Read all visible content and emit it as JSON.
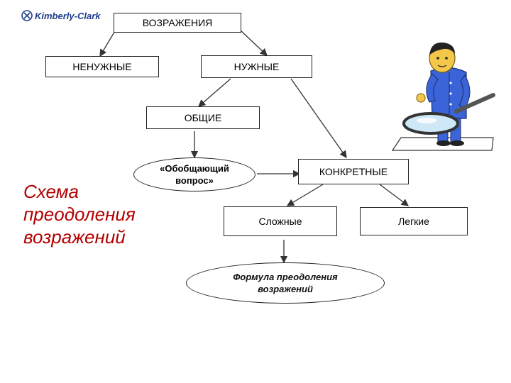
{
  "logo": {
    "text": "Kimberly-Clark",
    "icon": "kimberly-clark-logo-icon"
  },
  "title_lines": [
    "Схема",
    "преодоления",
    "возражений"
  ],
  "nodes": {
    "objections": "ВОЗРАЖЕНИЯ",
    "unneeded": "НЕНУЖНЫЕ",
    "needed": "НУЖНЫЕ",
    "general": "ОБЩИЕ",
    "generalizing_question": "«Обобщающий вопрос»",
    "specific": "КОНКРЕТНЫЕ",
    "complex": "Сложные",
    "easy": "Легкие",
    "formula": "Формула преодоления возражений"
  },
  "colors": {
    "title": "#b30000",
    "logo": "#1f3f8c",
    "figure_suit": "#3a64d8"
  },
  "illustration": "man-with-magnifying-glass-icon"
}
